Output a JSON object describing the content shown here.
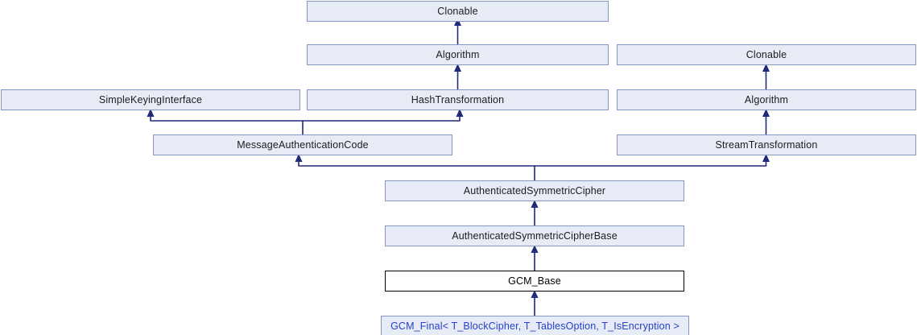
{
  "diagram": {
    "title": "GCM_Base inheritance diagram",
    "type": "class-inheritance",
    "colors": {
      "node_fill": "#e7ebf5",
      "node_border": "#8494c4",
      "current_fill": "#ffffff",
      "current_border": "#000000",
      "edge": "#1f2a7a",
      "link_text": "#2640c8",
      "background": "#ffffff"
    },
    "nodes": [
      {
        "id": "clonable_top",
        "label": "Clonable"
      },
      {
        "id": "algorithm_mid",
        "label": "Algorithm"
      },
      {
        "id": "clonable_right",
        "label": "Clonable"
      },
      {
        "id": "simple_keying_interface",
        "label": "SimpleKeyingInterface"
      },
      {
        "id": "hash_transformation",
        "label": "HashTransformation"
      },
      {
        "id": "algorithm_right",
        "label": "Algorithm"
      },
      {
        "id": "message_authentication_code",
        "label": "MessageAuthenticationCode"
      },
      {
        "id": "stream_transformation",
        "label": "StreamTransformation"
      },
      {
        "id": "authenticated_symmetric_cipher",
        "label": "AuthenticatedSymmetricCipher"
      },
      {
        "id": "authenticated_symmetric_cipher_base",
        "label": "AuthenticatedSymmetricCipherBase"
      },
      {
        "id": "gcm_base",
        "label": "GCM_Base"
      },
      {
        "id": "gcm_final",
        "label": "GCM_Final< T_BlockCipher, T_TablesOption, T_IsEncryption >"
      }
    ],
    "edges": [
      {
        "from": "algorithm_mid",
        "to": "clonable_top"
      },
      {
        "from": "hash_transformation",
        "to": "algorithm_mid"
      },
      {
        "from": "algorithm_right",
        "to": "clonable_right"
      },
      {
        "from": "message_authentication_code",
        "to": "simple_keying_interface"
      },
      {
        "from": "message_authentication_code",
        "to": "hash_transformation"
      },
      {
        "from": "stream_transformation",
        "to": "algorithm_right"
      },
      {
        "from": "authenticated_symmetric_cipher",
        "to": "message_authentication_code"
      },
      {
        "from": "authenticated_symmetric_cipher",
        "to": "stream_transformation"
      },
      {
        "from": "authenticated_symmetric_cipher_base",
        "to": "authenticated_symmetric_cipher"
      },
      {
        "from": "gcm_base",
        "to": "authenticated_symmetric_cipher_base"
      },
      {
        "from": "gcm_final",
        "to": "gcm_base"
      }
    ]
  }
}
